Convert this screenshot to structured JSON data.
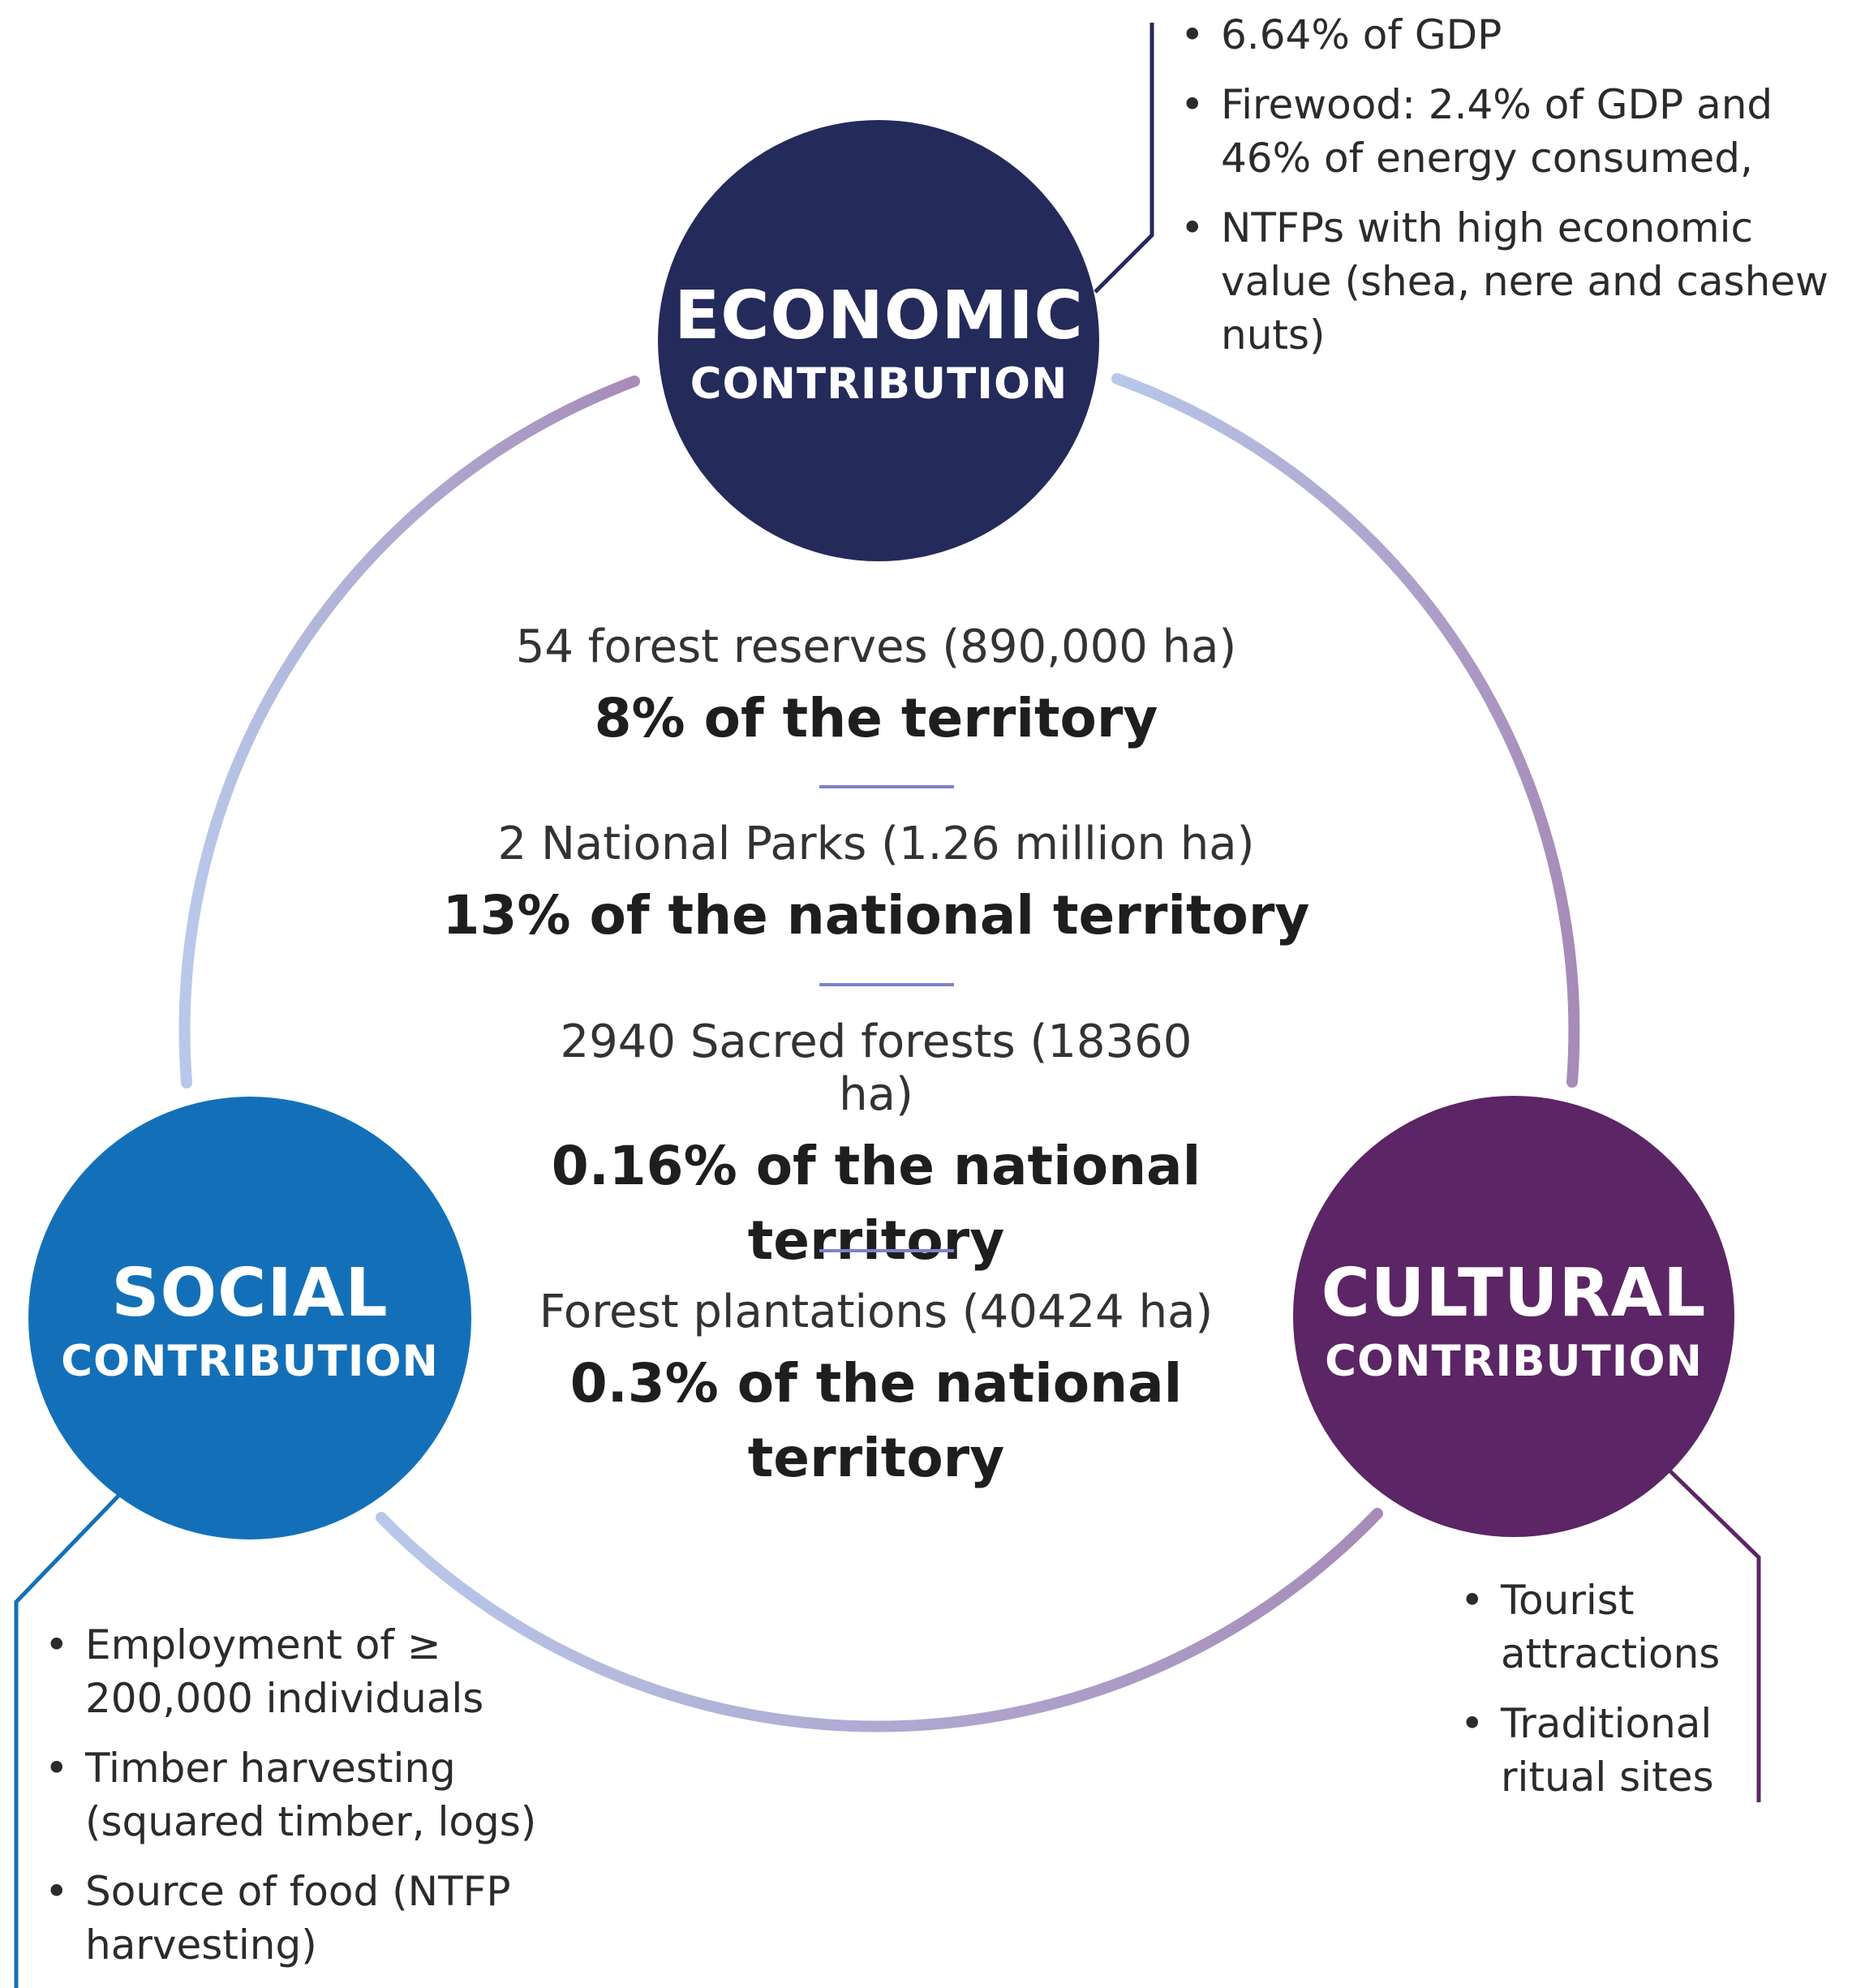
{
  "colors": {
    "economic": "#242a5a",
    "social": "#1370b8",
    "cultural": "#5c2565",
    "ring_start": "#b8c8ea",
    "ring_end": "#a78bb8",
    "divider": "#8080cc"
  },
  "economic": {
    "title": "ECONOMIC",
    "subtitle": "CONTRIBUTION",
    "bullets": [
      "6.64% of GDP",
      "Firewood: 2.4% of GDP and 46% of energy consumed,",
      "NTFPs with high economic value (shea, nere and cashew nuts)"
    ]
  },
  "social": {
    "title": "SOCIAL",
    "subtitle": "CONTRIBUTION",
    "bullets": [
      "Employment of ≥ 200,000 individuals",
      "Timber harvesting (squared timber, logs)",
      "Source of food (NTFP harvesting)"
    ]
  },
  "cultural": {
    "title": "CULTURAL",
    "subtitle": "CONTRIBUTION",
    "bullets": [
      "Tourist attractions",
      "Traditional ritual sites"
    ]
  },
  "center": [
    {
      "line1": "54 forest reserves (890,000 ha)",
      "line2": "8% of the territory"
    },
    {
      "line1": "2 National Parks (1.26 million ha)",
      "line2": "13% of the national territory"
    },
    {
      "line1": "2940 Sacred forests (18360 ha)",
      "line2": "0.16% of the national territory"
    },
    {
      "line1": "Forest plantations (40424 ha)",
      "line2": "0.3% of the national territory"
    }
  ]
}
